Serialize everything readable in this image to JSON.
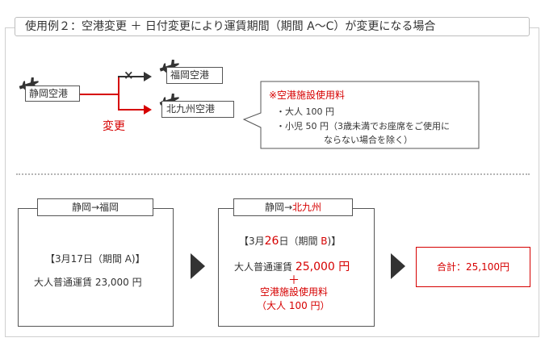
{
  "header": {
    "title": "使用例２：空港変更 ＋ 日付変更により運賃期間（期間 A〜C）が変更になる場合"
  },
  "route": {
    "origin": "静岡空港",
    "original_dest": "福岡空港",
    "new_dest": "北九州空港",
    "change_label": "変更",
    "cancel_mark": "×"
  },
  "facility_note": {
    "title": "※空港施設使用料",
    "items": [
      "・大人 100 円",
      "・小児 50 円（3歳未満でお座席をご使用に"
    ],
    "continuation": "ならない場合を除く）"
  },
  "before": {
    "tab": "静岡→福岡",
    "date": "【3月17日（期間 A)】",
    "fare": "大人普通運賃 23,000 円"
  },
  "after": {
    "tab_prefix": "静岡→",
    "tab_dest": "北九州",
    "date_open": "【3月",
    "date_day": "26",
    "date_mid": "日（期間 ",
    "date_period": "B",
    "date_close": ")】",
    "fare_label": "大人普通運賃 ",
    "fare_value": "25,000 円",
    "plus": "＋",
    "facility_fee": "空港施設使用料",
    "facility_fee_detail": "（大人 100 円）"
  },
  "total": {
    "label": "合計：25,100円"
  },
  "colors": {
    "accent": "#d60000",
    "border": "#555555"
  },
  "icons": [
    "airplane-icon",
    "arrow-right-icon"
  ]
}
